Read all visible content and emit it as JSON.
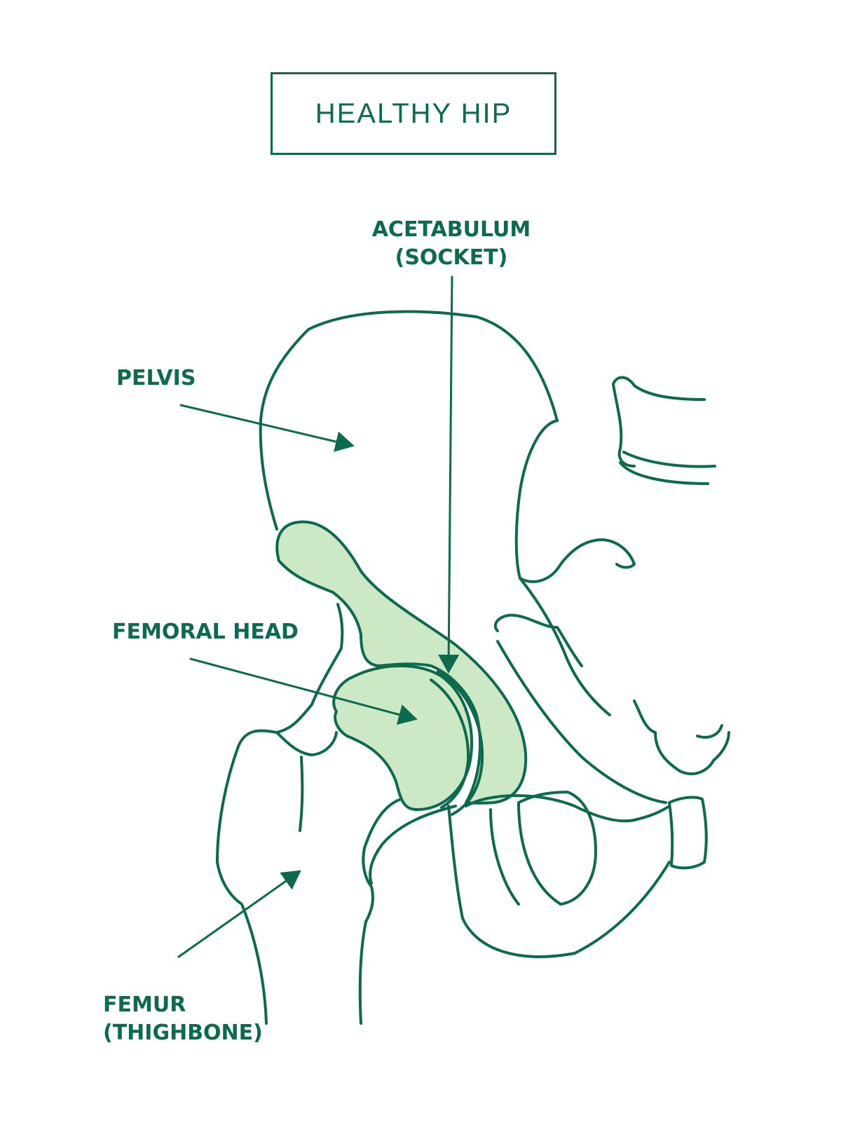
{
  "title": "HEALTHY HIP",
  "labels": {
    "acetabulum": {
      "line1": "ACETABULUM",
      "line2": "(SOCKET)"
    },
    "pelvis": "PELVIS",
    "femoral_head": "FEMORAL HEAD",
    "femur": {
      "line1": "FEMUR",
      "line2": "(THIGHBONE)"
    }
  },
  "colors": {
    "stroke": "#0c6a4f",
    "fill": "#cde8c4",
    "background": "#ffffff"
  }
}
